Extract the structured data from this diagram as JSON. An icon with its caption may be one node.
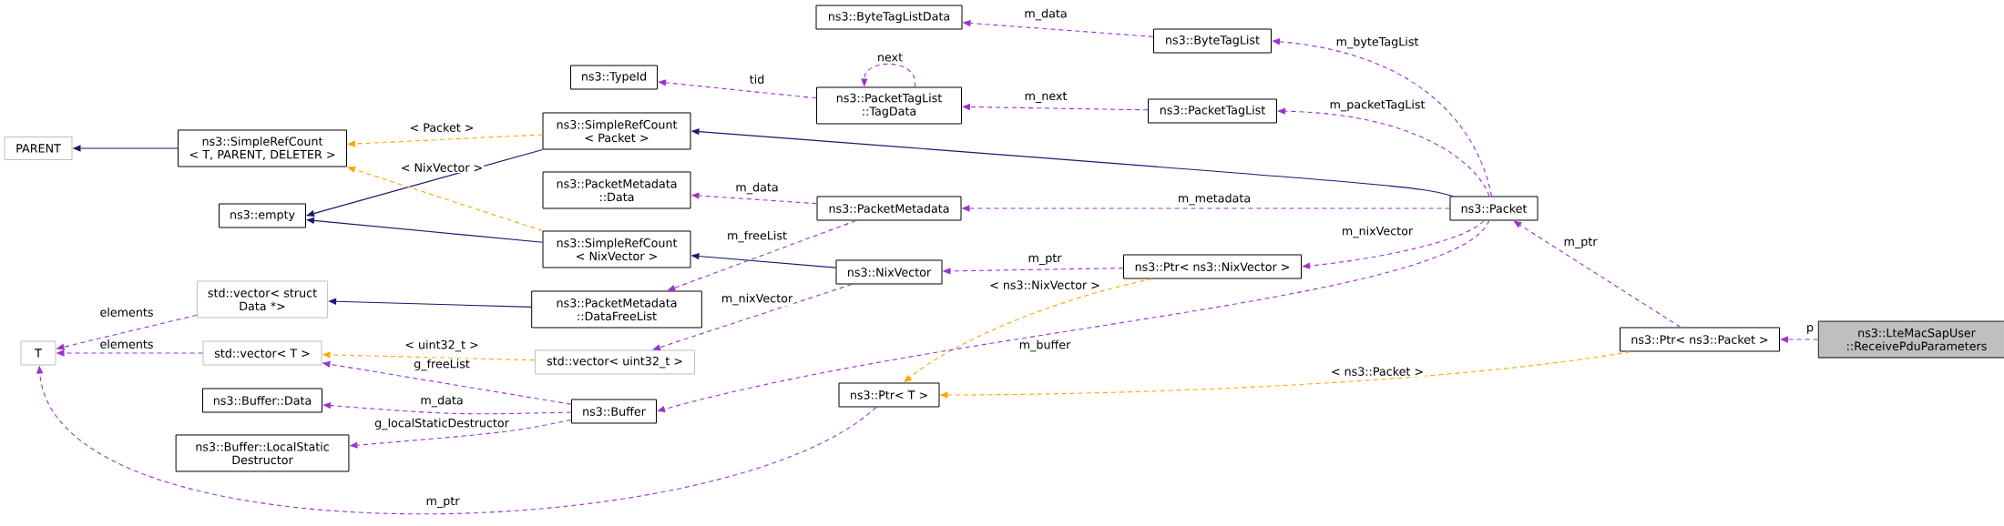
{
  "diagram": {
    "nodes": [
      {
        "text": [
          "PARENT"
        ]
      },
      {
        "text": [
          "ns3::SimpleRefCount < T, PARENT, DELETER >"
        ]
      },
      {
        "text": [
          "ns3::empty"
        ]
      },
      {
        "text": [
          "ns3::TypeId"
        ]
      },
      {
        "text": [
          "ns3::SimpleRefCount < Packet >"
        ]
      },
      {
        "text": [
          "ns3::PacketMetadata ::Data"
        ]
      },
      {
        "text": [
          "ns3::SimpleRefCount < NixVector >"
        ]
      },
      {
        "text": [
          "ns3::ByteTagListData"
        ]
      },
      {
        "text": [
          "ns3::ByteTagList"
        ]
      },
      {
        "text": [
          "ns3::PacketTagList ::TagData"
        ]
      },
      {
        "text": [
          "ns3::PacketTagList"
        ]
      },
      {
        "text": [
          "ns3::PacketMetadata"
        ]
      },
      {
        "text": [
          "ns3::NixVector"
        ]
      },
      {
        "text": [
          "ns3::Ptr< ns3::NixVector >"
        ]
      },
      {
        "text": [
          "ns3::Packet"
        ]
      },
      {
        "text": [
          "std::vector< struct Data *>"
        ]
      },
      {
        "text": [
          "ns3::PacketMetadata ::DataFreeList"
        ]
      },
      {
        "text": [
          "T"
        ]
      },
      {
        "text": [
          "std::vector< T >"
        ]
      },
      {
        "text": [
          "std::vector< uint32_t >"
        ]
      },
      {
        "text": [
          "ns3::Buffer::Data"
        ]
      },
      {
        "text": [
          "ns3::Buffer"
        ]
      },
      {
        "text": [
          "ns3::Buffer::LocalStatic Destructor"
        ]
      },
      {
        "text": [
          "ns3::Ptr< T >"
        ]
      },
      {
        "text": [
          "ns3::Ptr< ns3::Packet >"
        ]
      },
      {
        "text": [
          "ns3::LteMacSapUser ::ReceivePduParameters"
        ]
      }
    ],
    "edges": [
      {
        "from": 1,
        "to": 0,
        "arrow": "to",
        "color": "#191970"
      },
      {
        "from": 4,
        "to": 2,
        "arrow": "to",
        "color": "#191970"
      },
      {
        "from": 6,
        "to": 2,
        "arrow": "to",
        "color": "#191970"
      },
      {
        "from": 14,
        "to": 4,
        "arrow": "to",
        "color": "#191970"
      },
      {
        "from": 12,
        "to": 6,
        "arrow": "to",
        "color": "#191970"
      },
      {
        "from": 16,
        "to": 15,
        "arrow": "to",
        "color": "#191970"
      },
      {
        "from": 4,
        "to": 1,
        "arrow": "to",
        "label": "< Packet >",
        "style": "dashed",
        "color": "#ffa500"
      },
      {
        "from": 6,
        "to": 1,
        "arrow": "to",
        "label": "< NixVector >",
        "style": "dashed",
        "color": "#ffa500"
      },
      {
        "from": 19,
        "to": 18,
        "arrow": "to",
        "label": "< uint32_t >",
        "style": "dashed",
        "color": "#ffa500"
      },
      {
        "from": 13,
        "to": 23,
        "arrow": "to",
        "label": "< ns3::NixVector >",
        "style": "dashed",
        "color": "#ffa500"
      },
      {
        "from": 24,
        "to": 23,
        "arrow": "to",
        "label": "< ns3::Packet >",
        "style": "dashed",
        "color": "#ffa500"
      },
      {
        "from": 8,
        "to": 7,
        "arrow": "to",
        "label": "m_data",
        "style": "dashed"
      },
      {
        "from": 9,
        "to": 3,
        "arrow": "to",
        "label": "tid",
        "style": "dashed"
      },
      {
        "from": 9,
        "to": 9,
        "arrow": "to",
        "label": "next",
        "style": "dashed"
      },
      {
        "from": 10,
        "to": 9,
        "arrow": "to",
        "label": "m_next",
        "style": "dashed"
      },
      {
        "from": 14,
        "to": 8,
        "arrow": "to",
        "label": "m_byteTagList",
        "style": "dashed"
      },
      {
        "from": 14,
        "to": 10,
        "arrow": "to",
        "label": "m_packetTagList",
        "style": "dashed"
      },
      {
        "from": 11,
        "to": 5,
        "arrow": "to",
        "label": "m_data",
        "style": "dashed"
      },
      {
        "from": 14,
        "to": 11,
        "arrow": "to",
        "label": "m_metadata",
        "style": "dashed"
      },
      {
        "from": 11,
        "to": 16,
        "arrow": "to",
        "label": "m_freeList",
        "style": "dashed"
      },
      {
        "from": 13,
        "to": 12,
        "arrow": "to",
        "label": "m_ptr",
        "style": "dashed"
      },
      {
        "from": 14,
        "to": 13,
        "arrow": "to",
        "label": "m_nixVector",
        "style": "dashed"
      },
      {
        "from": 12,
        "to": 19,
        "arrow": "to",
        "label": "m_nixVector",
        "style": "dashed"
      },
      {
        "from": 14,
        "to": 21,
        "arrow": "to",
        "label": "m_buffer",
        "style": "dashed"
      },
      {
        "from": 15,
        "to": 17,
        "arrow": "to",
        "label": "elements",
        "style": "dashed"
      },
      {
        "from": 18,
        "to": 17,
        "arrow": "to",
        "label": "elements",
        "style": "dashed"
      },
      {
        "from": 21,
        "to": 18,
        "arrow": "to",
        "label": "g_freeList",
        "style": "dashed"
      },
      {
        "from": 21,
        "to": 20,
        "arrow": "to",
        "label": "m_data",
        "style": "dashed"
      },
      {
        "from": 21,
        "to": 22,
        "arrow": "to",
        "label": "g_localStaticDestructor",
        "style": "dashed"
      },
      {
        "from": 23,
        "to": 17,
        "arrow": "to",
        "label": "m_ptr",
        "style": "dashed"
      },
      {
        "from": 24,
        "to": 14,
        "arrow": "to",
        "label": "m_ptr",
        "style": "dashed"
      },
      {
        "from": 25,
        "to": 24,
        "arrow": "to",
        "label": "p",
        "style": "dashed"
      }
    ]
  }
}
